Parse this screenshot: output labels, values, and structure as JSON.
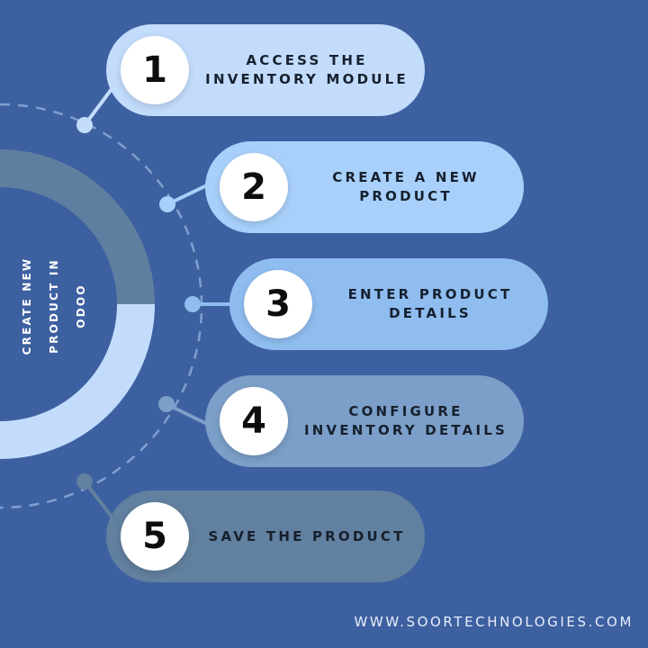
{
  "side_title": {
    "line1": "CREATE NEW",
    "line2": "PRODUCT IN",
    "line3": "ODOO"
  },
  "steps": [
    {
      "number": "1",
      "line1": "ACCESS THE",
      "line2": "INVENTORY MODULE",
      "color": "#c3dcfc"
    },
    {
      "number": "2",
      "line1": "CREATE A NEW",
      "line2": "PRODUCT",
      "color": "#a8d0fa"
    },
    {
      "number": "3",
      "line1": "ENTER PRODUCT",
      "line2": "DETAILS",
      "color": "#8fbdf0"
    },
    {
      "number": "4",
      "line1": "CONFIGURE",
      "line2": "INVENTORY DETAILS",
      "color": "#7b9fc8"
    },
    {
      "number": "5",
      "line1": "SAVE THE PRODUCT",
      "line2": "",
      "color": "#62809f"
    }
  ],
  "footer": {
    "website": "WWW.SOORTECHNOLOGIES.COM"
  },
  "colors": {
    "background": "#3d60a0",
    "ring_top": "#5f7fa0",
    "ring_bottom": "#c3dcfc",
    "dash": "#7fa0cf",
    "connector": "#a8c7f0"
  }
}
